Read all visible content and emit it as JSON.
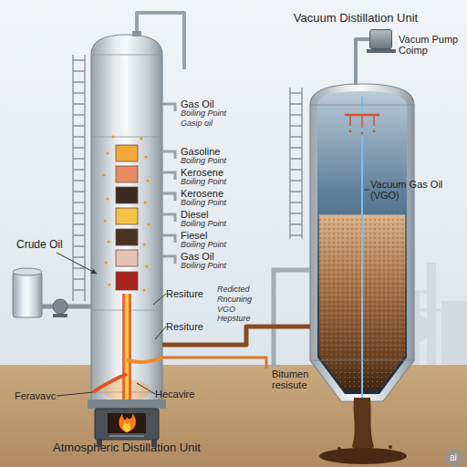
{
  "diagram": {
    "nodes": [
      {
        "text": [
          "Atmospheric Distillation Unit"
        ]
      },
      {
        "text": [
          "Vacuum Distillation Unit"
        ]
      },
      {
        "text": [
          "Vacum Pump Coimp"
        ]
      }
    ],
    "edges": [
      {
        "from": 0,
        "to": 1,
        "arrow": "none",
        "label": "Redicted Rncuning VGO Hepsture"
      },
      {
        "from": 1,
        "to": 2,
        "arrow": "none"
      }
    ],
    "labels": [
      "Gas Oil",
      "Boiling Point",
      "Gasip oil",
      "Gasoline",
      "Boiling Point",
      "Kerosene",
      "Boiling Point",
      "Kerosene",
      "Boiling Point",
      "Diesel",
      "Boiling Point",
      "Fiesel",
      "Boiling Point",
      "Gas Oil",
      "Boiling Point",
      "Crude Oil",
      "Resiture",
      "Resiture",
      "Feravavc",
      "Hecavire",
      "Vacuum Gas Oil (VGO)",
      "Bitumen resisute",
      "ai"
    ]
  }
}
